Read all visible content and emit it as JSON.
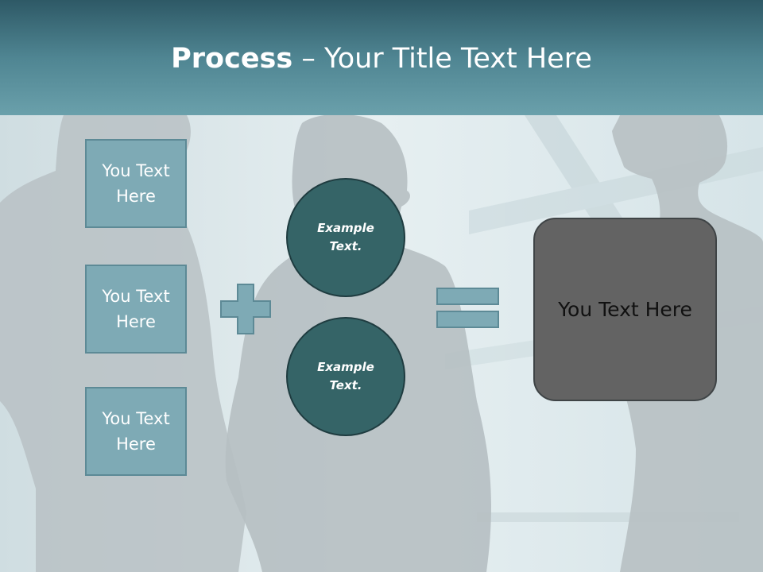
{
  "slide": {
    "title_bold": "Process",
    "title_rest": " – Your Title Text Here"
  },
  "inputs": [
    {
      "label": "You Text Here"
    },
    {
      "label": "You Text Here"
    },
    {
      "label": "You Text Here"
    }
  ],
  "circles": [
    {
      "label": "Example Text."
    },
    {
      "label": "Example Text."
    }
  ],
  "result": {
    "label": "You Text Here"
  },
  "colors": {
    "header": "#4f8592",
    "box_fill": "#7eaab5",
    "circle_fill": "#356467",
    "result_fill": "#636363"
  }
}
